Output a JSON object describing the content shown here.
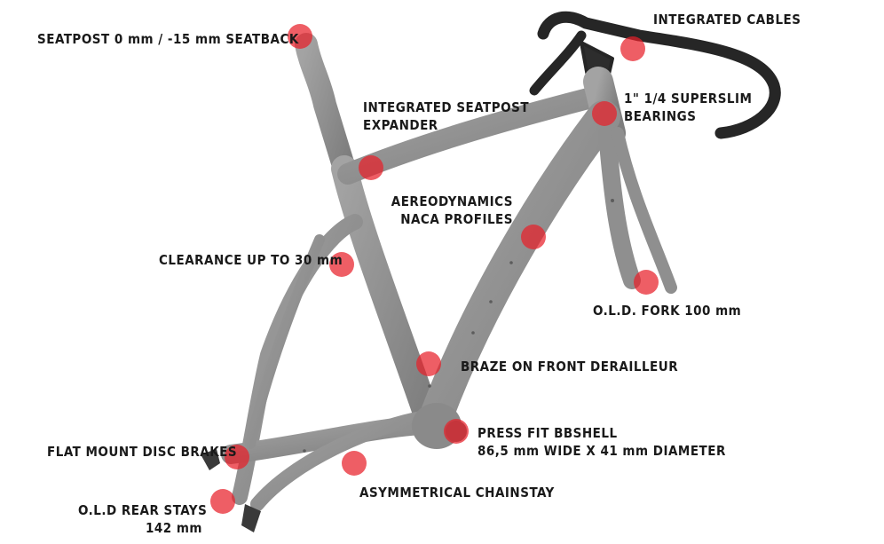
{
  "colors": {
    "frame": "#8f8f8f",
    "frame_shadow": "#6f6f6f",
    "handlebar": "#262626",
    "marker": "#e8202a",
    "text": "#1a1a1a"
  },
  "callouts": {
    "seatpost": {
      "line1": "SEATPOST 0 mm / -15 mm SEATBACK"
    },
    "cables": {
      "line1": "INTEGRATED CABLES"
    },
    "expander": {
      "line1": "INTEGRATED SEATPOST",
      "line2": "EXPANDER"
    },
    "bearings": {
      "line1": "1\" 1/4 SUPERSLIM",
      "line2": "BEARINGS"
    },
    "aero": {
      "line1": "AEREODYNAMICS",
      "line2": "NACA PROFILES"
    },
    "clearance": {
      "line1": "CLEARANCE UP TO 30 mm"
    },
    "fork": {
      "line1": "O.L.D. FORK 100 mm"
    },
    "derailleur": {
      "line1": "BRAZE ON FRONT DERAILLEUR"
    },
    "bbshell": {
      "line1": "PRESS FIT BBSHELL",
      "line2": "86,5 mm WIDE X 41 mm DIAMETER"
    },
    "disc": {
      "line1": "FLAT MOUNT DISC BRAKES"
    },
    "chainstay": {
      "line1": "ASYMMETRICAL CHAINSTAY"
    },
    "rearstays": {
      "line1": "O.L.D REAR STAYS",
      "line2": "142 mm"
    }
  }
}
